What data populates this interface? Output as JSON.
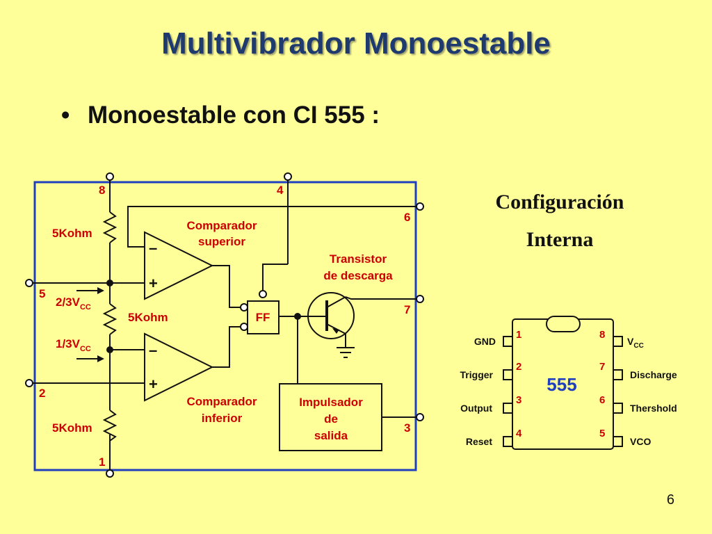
{
  "slide": {
    "title": "Multivibrador Monoestable",
    "bullet": "Monoestable con CI 555 :",
    "config_line1": "Configuración",
    "config_line2": "Interna",
    "page_number": "6"
  },
  "schematic": {
    "pins": {
      "p8": "8",
      "p4": "4",
      "p6": "6",
      "p5": "5",
      "p7": "7",
      "p2": "2",
      "p3": "3",
      "p1": "1"
    },
    "resistor_top": "5Kohm",
    "resistor_mid": "5Kohm",
    "resistor_bot": "5Kohm",
    "ref_upper": "2/3V",
    "ref_lower": "1/3V",
    "ref_sub": "CC",
    "comp_sup_1": "Comparador",
    "comp_sup_2": "superior",
    "comp_inf_1": "Comparador",
    "comp_inf_2": "inferior",
    "minus": "–",
    "plus": "+",
    "ff": "FF",
    "transistor_1": "Transistor",
    "transistor_2": "de descarga",
    "impulsador_1": "Impulsador",
    "impulsador_2": "de",
    "impulsador_3": "salida"
  },
  "chip": {
    "name": "555",
    "left_pins": [
      {
        "num": "1",
        "label": "GND"
      },
      {
        "num": "2",
        "label": "Trigger"
      },
      {
        "num": "3",
        "label": "Output"
      },
      {
        "num": "4",
        "label": "Reset"
      }
    ],
    "right_pins": [
      {
        "num": "8",
        "label": "V",
        "sub": "CC"
      },
      {
        "num": "7",
        "label": "Discharge"
      },
      {
        "num": "6",
        "label": "Thershold"
      },
      {
        "num": "5",
        "label": "VCO"
      }
    ]
  },
  "colors": {
    "border_blue": "#1f3fbf",
    "label_red": "#cc0000",
    "chip_blue": "#1f3fbf"
  }
}
